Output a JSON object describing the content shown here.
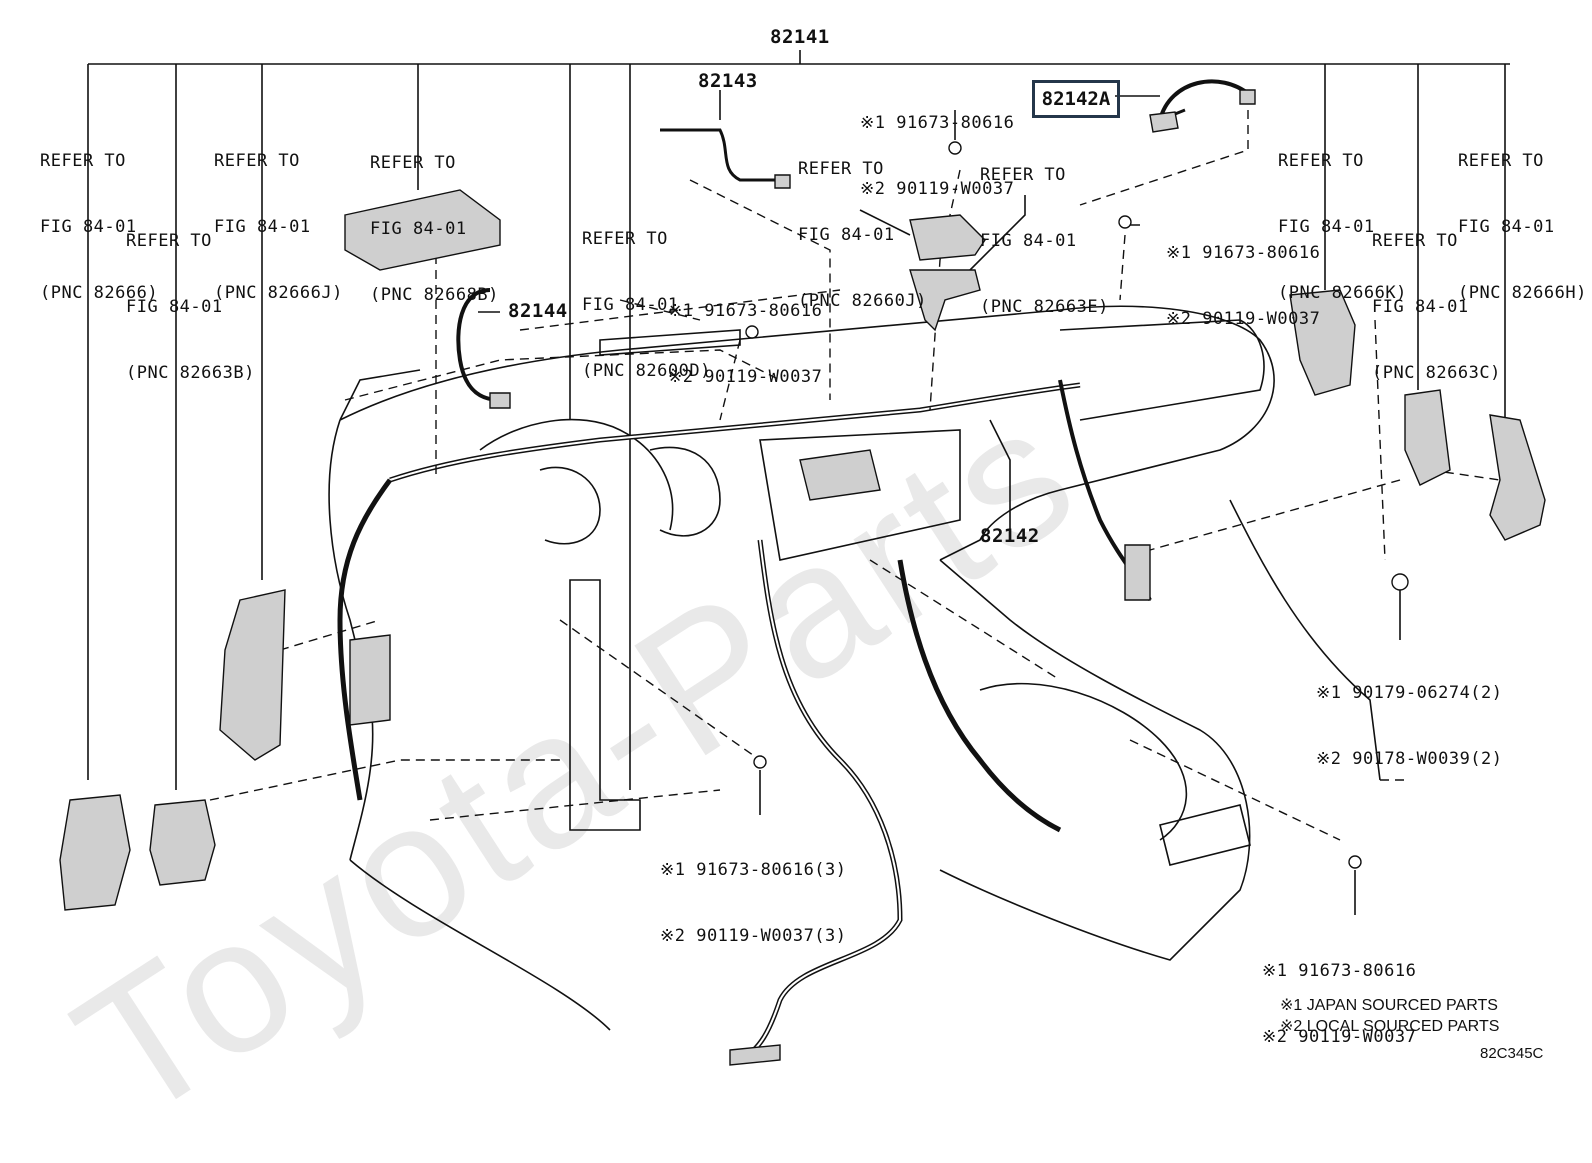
{
  "watermark": "Toyota-Parts",
  "part_numbers": {
    "p82141": "82141",
    "p82143": "82143",
    "p82144": "82144",
    "p82142": "82142",
    "p82142A": "82142A"
  },
  "references": {
    "r82666": [
      "REFER TO",
      "FIG 84-01",
      "(PNC 82666)"
    ],
    "r82663B": [
      "REFER TO",
      "FIG 84-01",
      "(PNC 82663B)"
    ],
    "r82666J": [
      "REFER TO",
      "FIG 84-01",
      "(PNC 82666J)"
    ],
    "r82668B": [
      "REFER TO",
      "FIG 84-01",
      "(PNC 82668B)"
    ],
    "r82600D": [
      "REFER TO",
      "FIG 84-01",
      "(PNC 82600D)"
    ],
    "r82660J": [
      "REFER TO",
      "FIG 84-01",
      "(PNC 82660J)"
    ],
    "r82663E": [
      "REFER TO",
      "FIG 84-01",
      "(PNC 82663E)"
    ],
    "r82666K": [
      "REFER TO",
      "FIG 84-01",
      "(PNC 82666K)"
    ],
    "r82663C": [
      "REFER TO",
      "FIG 84-01",
      "(PNC 82663C)"
    ],
    "r82666H": [
      "REFER TO",
      "FIG 84-01",
      "(PNC 82666H)"
    ]
  },
  "fasteners": {
    "f_top_center": [
      "※1 91673-80616",
      "※2 90119-W0037"
    ],
    "f_mid_right": [
      "※1 91673-80616",
      "※2 90119-W0037"
    ],
    "f_left_dash": [
      "※1 91673-80616",
      "※2 90119-W0037"
    ],
    "f_clip_right": [
      "※1 90179-06274(2)",
      "※2 90178-W0039(2)"
    ],
    "f_bottom_center": [
      "※1 91673-80616(3)",
      "※2 90119-W0037(3)"
    ],
    "f_bottom_right": [
      "※1 91673-80616",
      "※2 90119-W0037"
    ]
  },
  "legend": [
    "※1 JAPAN SOURCED PARTS",
    "※2 LOCAL SOURCED PARTS"
  ],
  "figure_code": "82C345C"
}
